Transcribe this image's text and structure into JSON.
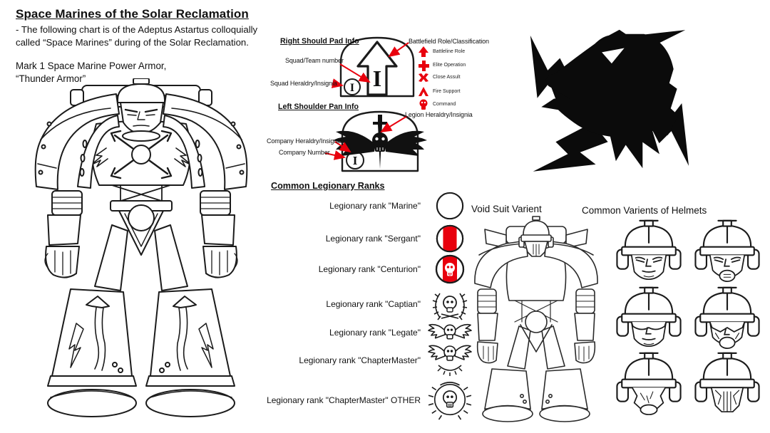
{
  "colors": {
    "accent_red": "#e8000d",
    "ink": "#1b1b1b"
  },
  "header": {
    "title": "Space Marines of the Solar Reclamation",
    "subtitle_line1": "- The following chart is of the Adeptus Astartus colloquially",
    "subtitle_line2": "called “Space Marines” during of the Solar Reclamation.",
    "armor_line1": "Mark 1 Space Marine Power Armor,",
    "armor_line2": "“Thunder Armor”"
  },
  "right_shoulder": {
    "heading": "Right Should Pad Info",
    "labels": {
      "squad_team": "Squad/Team number",
      "squad_heraldry": "Squad Heraldry/Insignia",
      "battlefield_role": "Battlefield Role/Classification"
    },
    "numeral_big": "I",
    "numeral_small": "I",
    "legend": [
      {
        "icon": "arrow-up-icon",
        "label": "Battleline Role"
      },
      {
        "icon": "cross-icon",
        "label": "Elite Operation"
      },
      {
        "icon": "x-cross-icon",
        "label": "Close Assult"
      },
      {
        "icon": "chevron-icon",
        "label": "Fire Support"
      },
      {
        "icon": "skull-icon",
        "label": "Command"
      }
    ]
  },
  "left_shoulder": {
    "heading": "Left Shoulder Pan Info",
    "labels": {
      "legion_heraldry": "Legion Heraldry/Insignia",
      "company_heraldry": "Company Heraldry/Insignia",
      "company_number": "Company Number"
    },
    "numeral_small": "I"
  },
  "ranks": {
    "heading": "Common Legionary Ranks",
    "items": [
      {
        "label": "Legionary rank \"Marine\"",
        "badge": "plain-circle"
      },
      {
        "label": "Legionary rank \"Sergant\"",
        "badge": "red-stripe-circle"
      },
      {
        "label": "Legionary rank \"Centurion\"",
        "badge": "red-stripe-skull-circle"
      },
      {
        "label": "Legionary rank \"Captian\"",
        "badge": "laurel-skull"
      },
      {
        "label": "Legionary rank \"Legate\"",
        "badge": "winged-skull"
      },
      {
        "label": "Legionary rank \"ChapterMaster\"",
        "badge": "winged-skull-laurel"
      },
      {
        "label": "Legionary rank \"ChapterMaster\" OTHER",
        "badge": "ornate-wreath-skull"
      }
    ]
  },
  "void_suit": {
    "title": "Void Suit Varient"
  },
  "helmets": {
    "title": "Common Varients of Helmets",
    "variants": [
      "bare-face",
      "chin-guard",
      "visor",
      "visor-chin-guard",
      "cloth-mask",
      "grille-mask"
    ]
  }
}
